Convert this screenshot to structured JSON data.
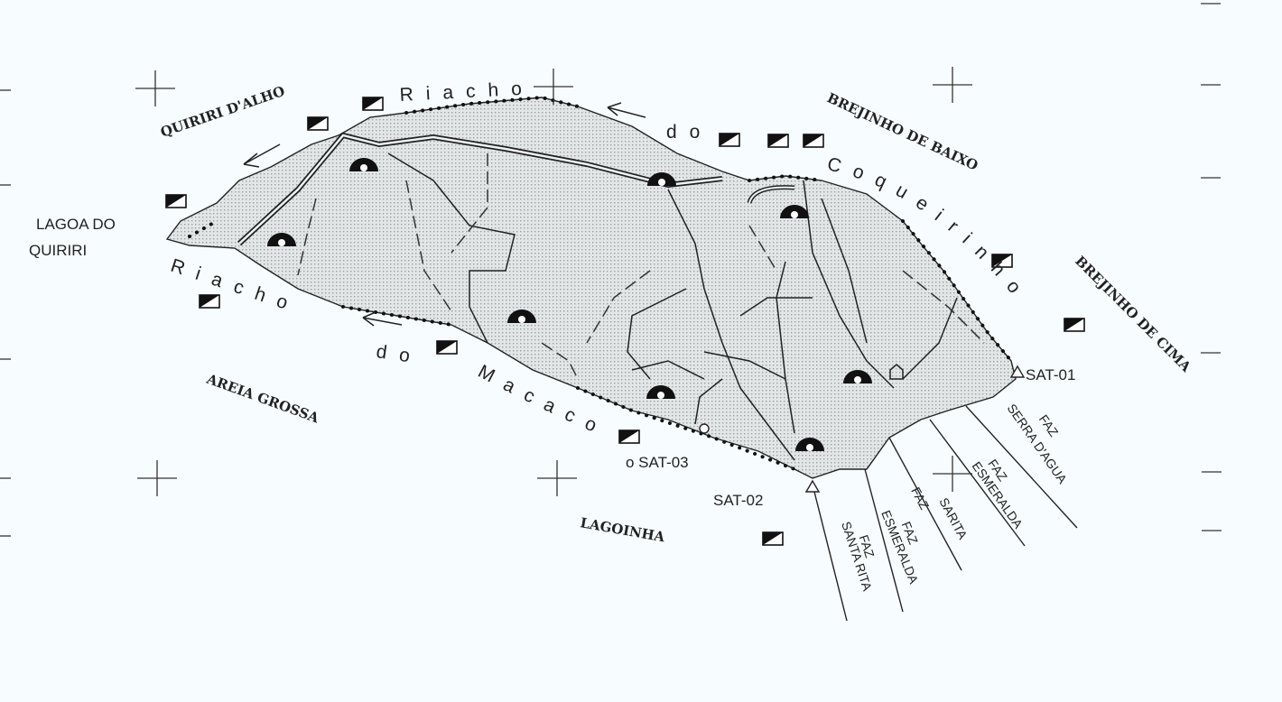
{
  "map": {
    "localities": {
      "quiriri_dalho": "QUIRIRI D'ALHO",
      "lagoa_line1": "LAGOA DO",
      "lagoa_line2": "QUIRIRI",
      "brejinho_baixo": "BREJINHO DE BAIXO",
      "brejinho_cima": "BREJINHO DE CIMA",
      "areia_grossa": "AREIA GROSSA",
      "lagoinha": "LAGOINHA"
    },
    "rivers": {
      "coqueirinho_1": "Riacho",
      "coqueirinho_2": "do",
      "coqueirinho_3": "Coqueirinho",
      "macaco_1": "Riacho",
      "macaco_2": "do",
      "macaco_3": "Macaco"
    },
    "stations": {
      "sat01": "SAT-01",
      "sat02": "SAT-02",
      "sat03": "o SAT-03"
    },
    "farms": [
      {
        "line1": "FAZ",
        "line2": "SANTA RITA"
      },
      {
        "line1": "FAZ",
        "line2": "ESMERALDA"
      },
      {
        "line1": "FAZ",
        "line2": "SARITA"
      },
      {
        "line1": "FAZ",
        "line2": "ESMERALDA"
      },
      {
        "line1": "FAZ",
        "line2": "SERRA D'AGUA"
      }
    ],
    "colors": {
      "shade": "#d4d8d8",
      "ink": "#1a1a1a",
      "paper": "#f7fdff"
    }
  }
}
